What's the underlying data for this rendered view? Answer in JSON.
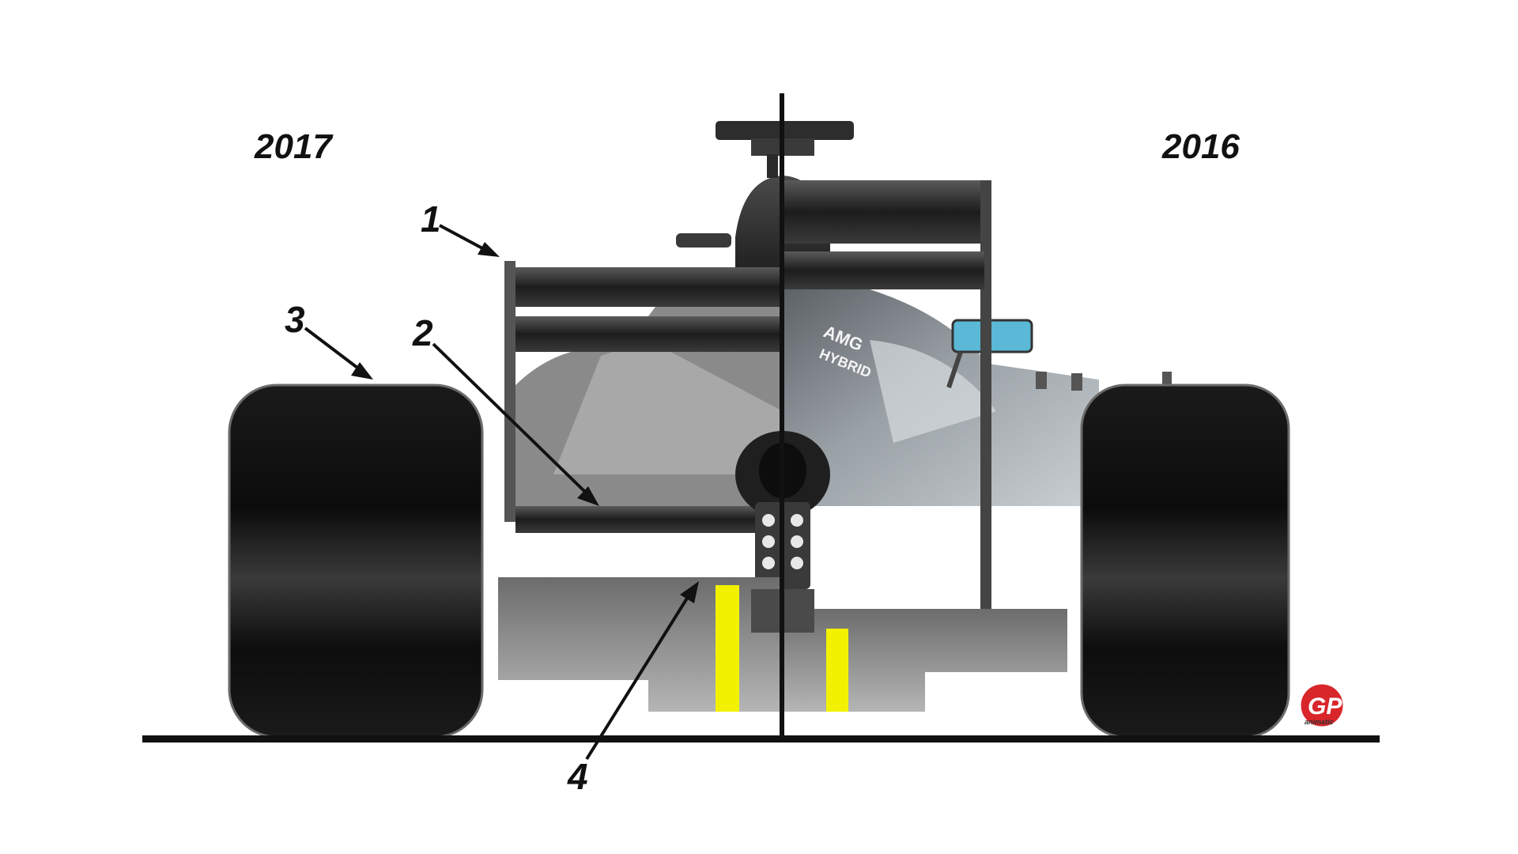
{
  "labels": {
    "left_year": "2017",
    "right_year": "2016"
  },
  "callouts": [
    {
      "number": "1"
    },
    {
      "number": "2"
    },
    {
      "number": "3"
    },
    {
      "number": "4"
    }
  ],
  "car_livery": {
    "sidepod_text_1": "AMG",
    "sidepod_text_2": "HYBRID"
  },
  "logo": {
    "main": "GP",
    "sub": "animatic"
  },
  "colors": {
    "background": "#ffffff",
    "ground_line": "#111111",
    "divider": "#111111",
    "tire": "#151515",
    "bodywork_dark": "#2a2a2a",
    "bodywork_silver": "#8f969b",
    "highlight_yellow": "#f2f200",
    "mirror_cyan": "#5bb8d6",
    "logo_red": "#d8262b"
  }
}
